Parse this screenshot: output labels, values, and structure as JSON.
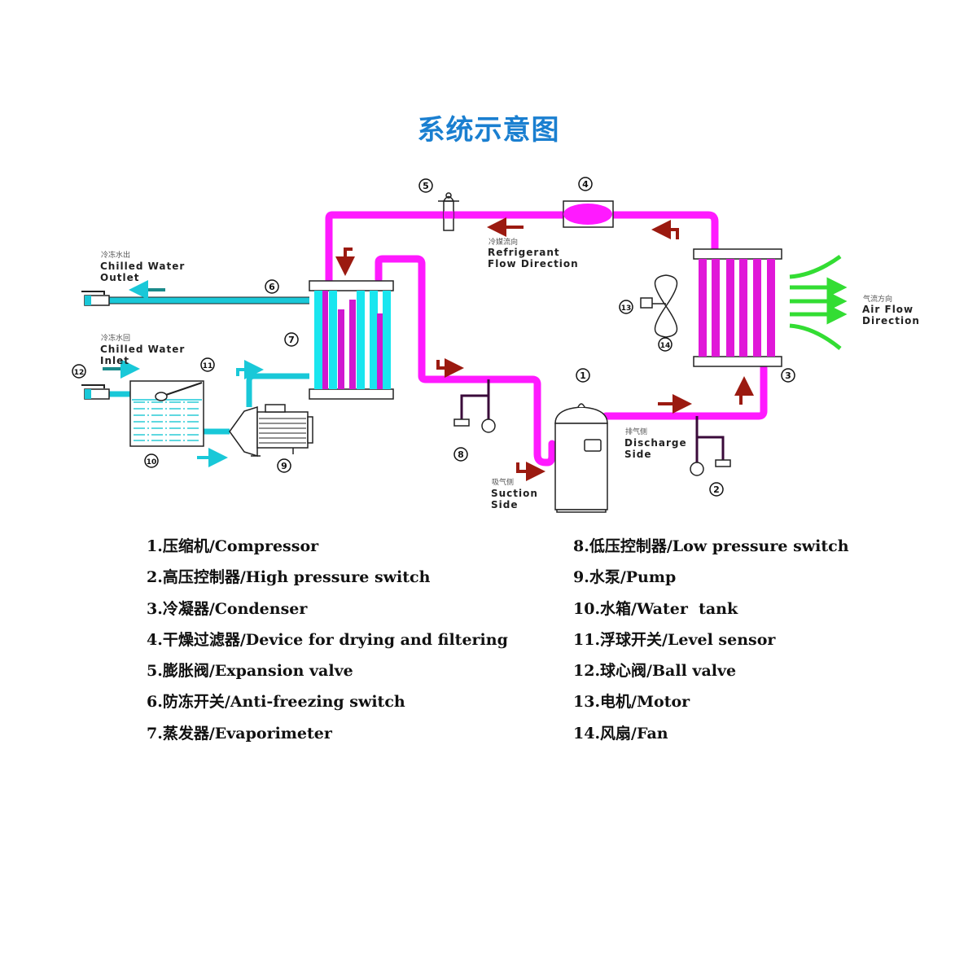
{
  "title": "系统示意图",
  "diagram": {
    "labels": {
      "chilled_water_outlet_cn": "冷冻水出",
      "chilled_water_outlet_1": "Chilled Water",
      "chilled_water_outlet_2": "Outlet",
      "chilled_water_inlet_cn": "冷冻水回",
      "chilled_water_inlet_1": "Chilled Water",
      "chilled_water_inlet_2": "Inlet",
      "refrigerant_flow_cn": "冷媒流向",
      "refrigerant_flow_1": "Refrigerant",
      "refrigerant_flow_2": "Flow Direction",
      "air_flow_cn": "气流方向",
      "air_flow_1": "Air Flow",
      "air_flow_2": "Direction",
      "discharge_cn": "排气侧",
      "discharge_1": "Discharge",
      "discharge_2": "Side",
      "suction_cn": "吸气侧",
      "suction_1": "Suction",
      "suction_2": "Side"
    },
    "markers": {
      "m1": "1",
      "m2": "2",
      "m3": "3",
      "m4": "4",
      "m5": "5",
      "m6": "6",
      "m7": "7",
      "m8": "8",
      "m9": "9",
      "m10": "10",
      "m11": "11",
      "m12": "12",
      "m13": "13",
      "m14": "14"
    },
    "colors": {
      "refrigerant_pipe": "#ff1aff",
      "water_pipe": "#19c8d8",
      "flow_arrow": "#9b1a10",
      "air_arrow": "#33dd33",
      "title": "#1a7fd0"
    }
  },
  "legend": {
    "left": [
      "1.压缩机/Compressor",
      "2.高压控制器/High pressure switch",
      "3.冷凝器/Condenser",
      "4.干燥过滤器/Device for drying and filtering",
      "5.膨胀阀/Expansion valve",
      "6.防冻开关/Anti-freezing switch",
      "7.蒸发器/Evaporimeter"
    ],
    "right": [
      "8.低压控制器/Low pressure switch",
      "9.水泵/Pump",
      "10.水箱/Water  tank",
      "11.浮球开关/Level sensor",
      "12.球心阀/Ball valve",
      "13.电机/Motor",
      "14.风扇/Fan"
    ]
  }
}
